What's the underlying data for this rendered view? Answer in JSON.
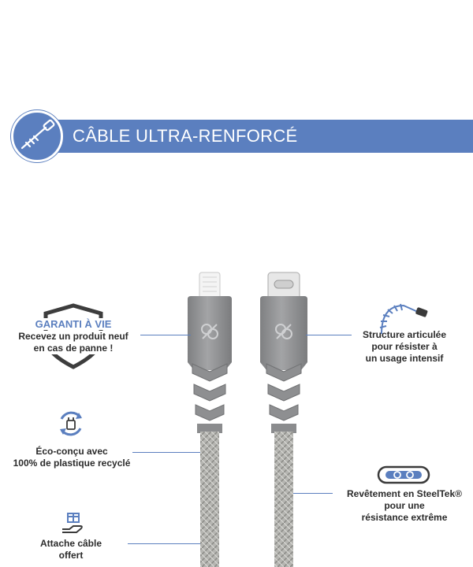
{
  "banner": {
    "title": "CÂBLE ULTRA-RENFORCÉ"
  },
  "features": {
    "warranty": {
      "title": "GARANTI À VIE",
      "line1": "Recevez un produit neuf",
      "line2": "en cas de panne !"
    },
    "articulated": {
      "line1": "Structure articulée",
      "line2": "pour résister à",
      "line3": "un usage intensif"
    },
    "eco": {
      "line1": "Éco-conçu avec",
      "line2": "100% de plastique recyclé"
    },
    "steeltek": {
      "line1": "Revêtement en SteelTek®",
      "line2": "pour une",
      "line3": "résistance extrême"
    },
    "strap": {
      "line1": "Attache câble",
      "line2": "offert"
    }
  },
  "colors": {
    "accent": "#5b7fbf",
    "connector": "#8e8f91",
    "cable": "#b9b9b5"
  },
  "icons": [
    "cable-icon",
    "shield-icon",
    "articulated-cable-icon",
    "recycle-charger-icon",
    "steeltek-link-icon",
    "gift-hand-icon",
    "logo-mark-icon"
  ]
}
